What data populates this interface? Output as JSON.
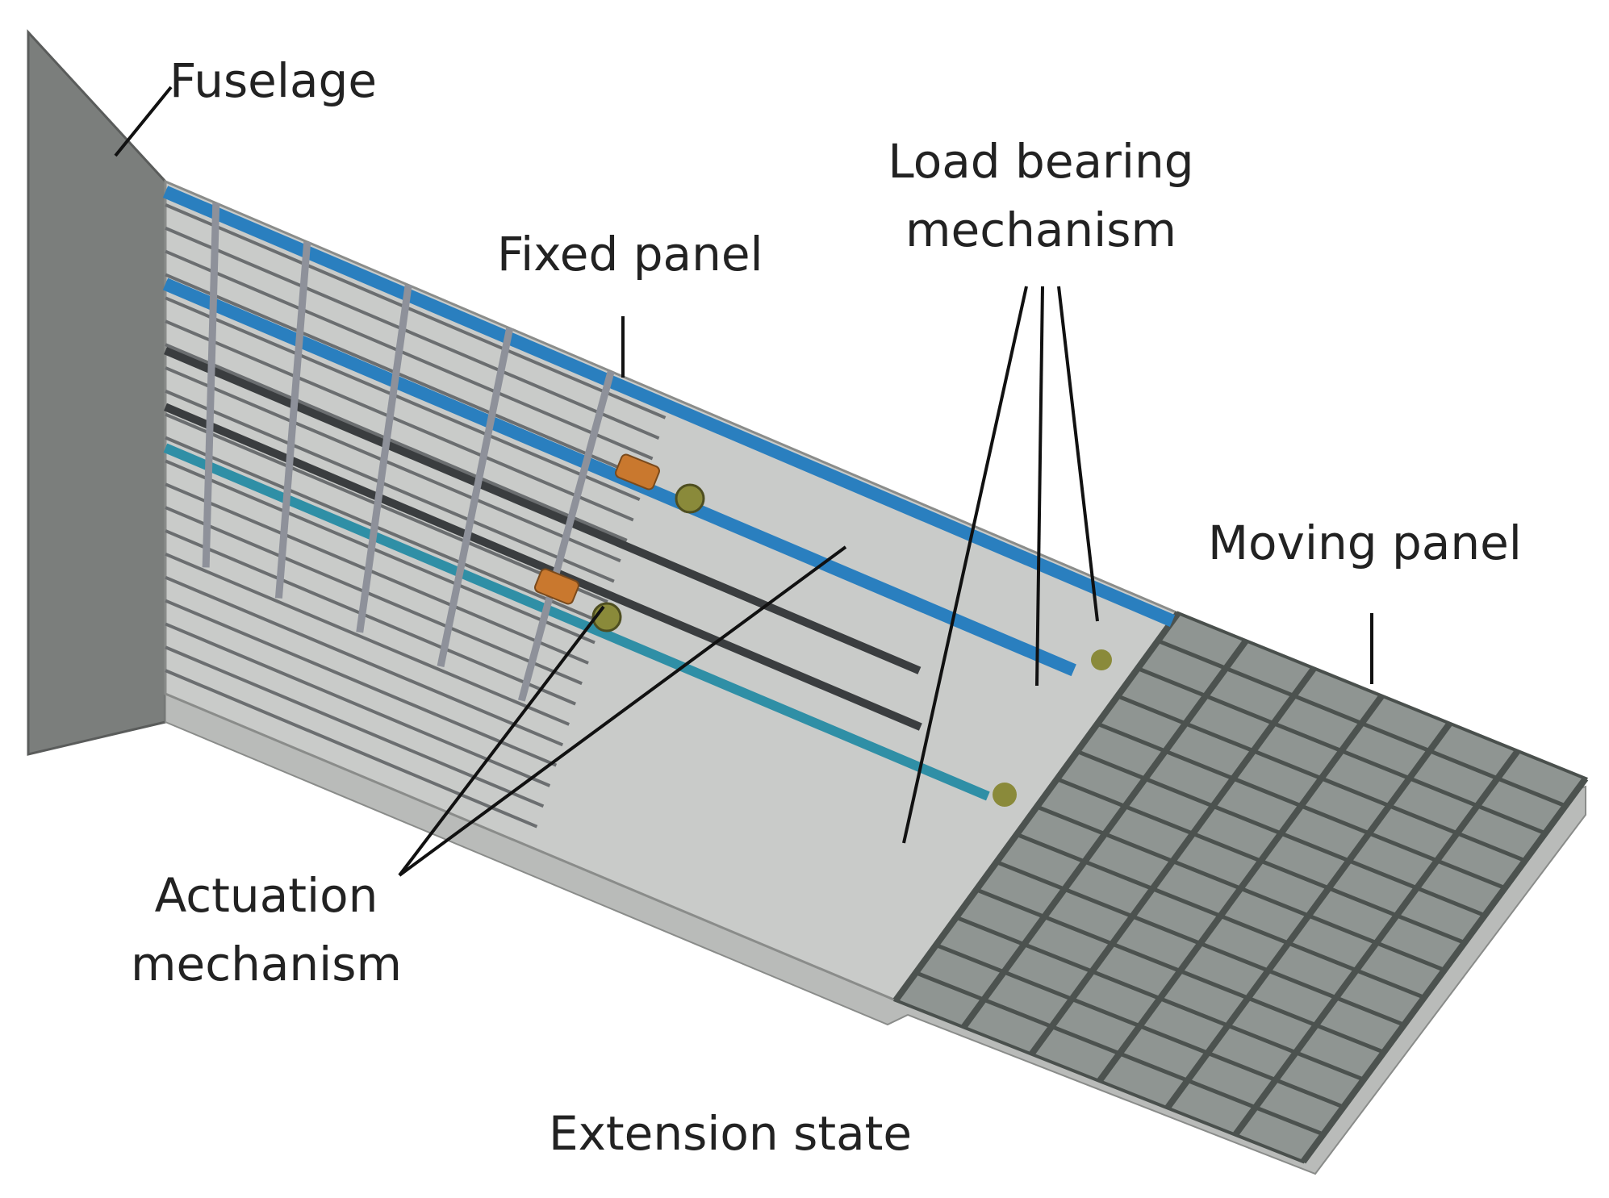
{
  "labels": {
    "fuselage": "Fuselage",
    "load_bearing_line1": "Load bearing",
    "load_bearing_line2": "mechanism",
    "fixed_panel": "Fixed panel",
    "moving_panel": "Moving panel",
    "actuation_line1": "Actuation",
    "actuation_line2": "mechanism",
    "caption": "Extension state"
  },
  "colors": {
    "fuselage": "#7d807e",
    "wing_skin": "#c8cac8",
    "rib": "#8e919a",
    "spar_blue": "#2a7fbf",
    "spar_teal": "#2f8fa6",
    "moving_frame": "#4c524f",
    "actuator": "#c9782e",
    "joint": "#8a8a3a"
  }
}
